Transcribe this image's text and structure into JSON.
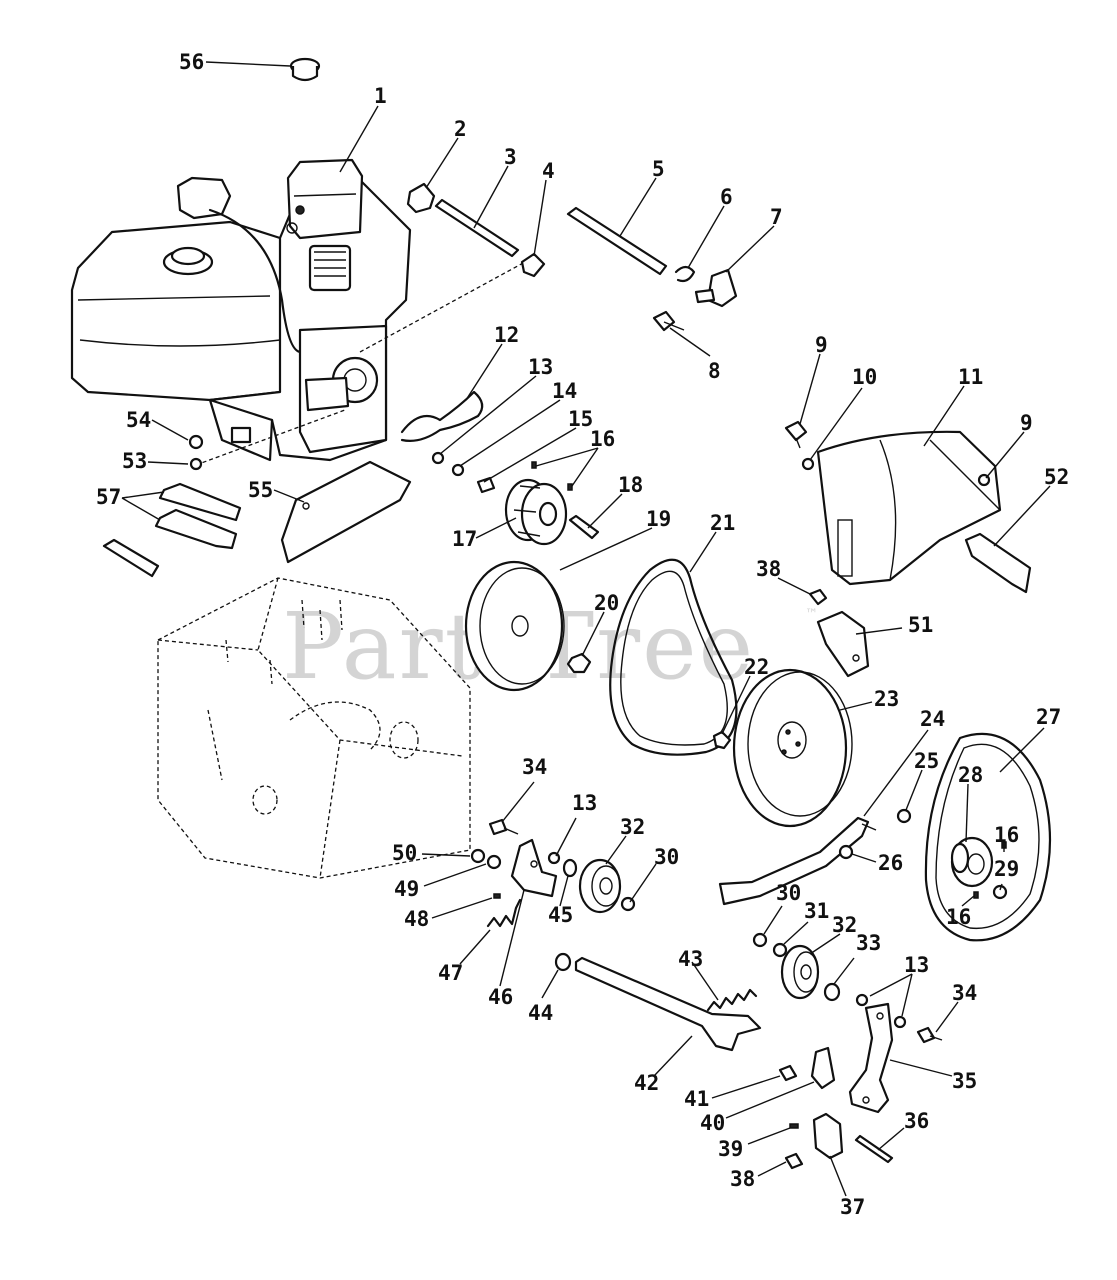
{
  "watermark": {
    "text": "PartsTree",
    "mark": "™"
  },
  "callouts": [
    {
      "id": "c56",
      "label": "56"
    },
    {
      "id": "c1",
      "label": "1"
    },
    {
      "id": "c2",
      "label": "2"
    },
    {
      "id": "c3",
      "label": "3"
    },
    {
      "id": "c4",
      "label": "4"
    },
    {
      "id": "c5",
      "label": "5"
    },
    {
      "id": "c6",
      "label": "6"
    },
    {
      "id": "c7",
      "label": "7"
    },
    {
      "id": "c8",
      "label": "8"
    },
    {
      "id": "c9a",
      "label": "9"
    },
    {
      "id": "c10",
      "label": "10"
    },
    {
      "id": "c11",
      "label": "11"
    },
    {
      "id": "c9b",
      "label": "9"
    },
    {
      "id": "c52",
      "label": "52"
    },
    {
      "id": "c12",
      "label": "12"
    },
    {
      "id": "c13a",
      "label": "13"
    },
    {
      "id": "c14",
      "label": "14"
    },
    {
      "id": "c15",
      "label": "15"
    },
    {
      "id": "c16a",
      "label": "16"
    },
    {
      "id": "c18",
      "label": "18"
    },
    {
      "id": "c17",
      "label": "17"
    },
    {
      "id": "c19",
      "label": "19"
    },
    {
      "id": "c21",
      "label": "21"
    },
    {
      "id": "c54",
      "label": "54"
    },
    {
      "id": "c53",
      "label": "53"
    },
    {
      "id": "c57",
      "label": "57"
    },
    {
      "id": "c55",
      "label": "55"
    },
    {
      "id": "c38a",
      "label": "38"
    },
    {
      "id": "c51",
      "label": "51"
    },
    {
      "id": "c20",
      "label": "20"
    },
    {
      "id": "c22",
      "label": "22"
    },
    {
      "id": "c23",
      "label": "23"
    },
    {
      "id": "c24",
      "label": "24"
    },
    {
      "id": "c27",
      "label": "27"
    },
    {
      "id": "c25",
      "label": "25"
    },
    {
      "id": "c28",
      "label": "28"
    },
    {
      "id": "c16b",
      "label": "16"
    },
    {
      "id": "c29",
      "label": "29"
    },
    {
      "id": "c16c",
      "label": "16"
    },
    {
      "id": "c26",
      "label": "26"
    },
    {
      "id": "c34a",
      "label": "34"
    },
    {
      "id": "c13b",
      "label": "13"
    },
    {
      "id": "c32a",
      "label": "32"
    },
    {
      "id": "c30a",
      "label": "30"
    },
    {
      "id": "c50",
      "label": "50"
    },
    {
      "id": "c49",
      "label": "49"
    },
    {
      "id": "c48",
      "label": "48"
    },
    {
      "id": "c47",
      "label": "47"
    },
    {
      "id": "c45",
      "label": "45"
    },
    {
      "id": "c46",
      "label": "46"
    },
    {
      "id": "c44",
      "label": "44"
    },
    {
      "id": "c43",
      "label": "43"
    },
    {
      "id": "c30b",
      "label": "30"
    },
    {
      "id": "c31",
      "label": "31"
    },
    {
      "id": "c32b",
      "label": "32"
    },
    {
      "id": "c33",
      "label": "33"
    },
    {
      "id": "c13c",
      "label": "13"
    },
    {
      "id": "c34b",
      "label": "34"
    },
    {
      "id": "c42",
      "label": "42"
    },
    {
      "id": "c35",
      "label": "35"
    },
    {
      "id": "c41",
      "label": "41"
    },
    {
      "id": "c40",
      "label": "40"
    },
    {
      "id": "c39",
      "label": "39"
    },
    {
      "id": "c36",
      "label": "36"
    },
    {
      "id": "c38b",
      "label": "38"
    },
    {
      "id": "c37",
      "label": "37"
    }
  ]
}
